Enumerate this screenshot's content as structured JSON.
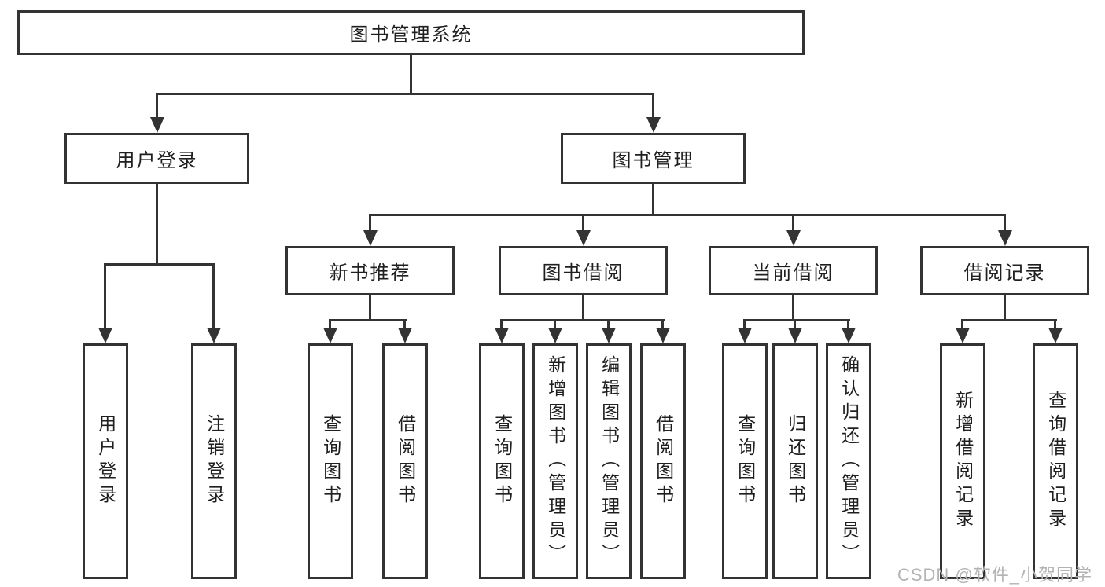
{
  "diagram": {
    "root": {
      "label": "图书管理系统"
    },
    "branches": [
      {
        "label": "用户登录",
        "children": [
          {
            "label": "用户登录"
          },
          {
            "label": "注销登录"
          }
        ]
      },
      {
        "label": "图书管理",
        "children": [
          {
            "label": "新书推荐",
            "children": [
              {
                "label": "查询图书"
              },
              {
                "label": "借阅图书"
              }
            ]
          },
          {
            "label": "图书借阅",
            "children": [
              {
                "label": "查询图书"
              },
              {
                "label": "新增图书（管理员）"
              },
              {
                "label": "编辑图书（管理员）"
              },
              {
                "label": "借阅图书"
              }
            ]
          },
          {
            "label": "当前借阅",
            "children": [
              {
                "label": "查询图书"
              },
              {
                "label": "归还图书"
              },
              {
                "label": "确认归还（管理员）"
              }
            ]
          },
          {
            "label": "借阅记录",
            "children": [
              {
                "label": "新增借阅记录"
              },
              {
                "label": "查询借阅记录"
              }
            ]
          }
        ]
      }
    ]
  },
  "watermark": {
    "text": "CSDN @软件_小贺同学"
  },
  "colors": {
    "line": "#333333",
    "text": "#1f1f1f",
    "background": "#ffffff",
    "watermark": "#b3b3b3"
  }
}
